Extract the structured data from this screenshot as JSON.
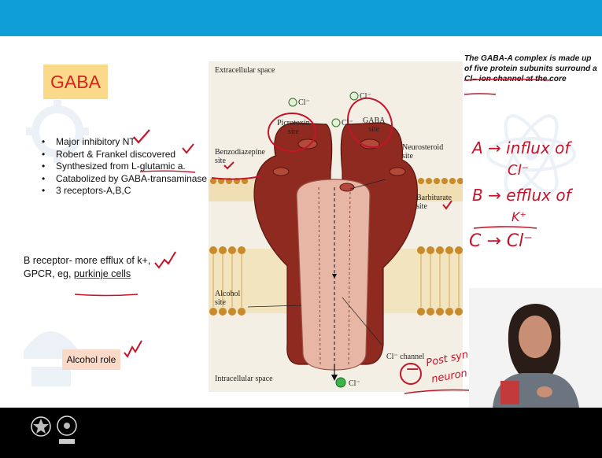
{
  "slide": {
    "title": "GABA",
    "bullets": [
      "Major inhibitory NT",
      "Robert & Frankel discovered",
      "Synthesized from L-glutamic a.",
      "Catabolized by GABA-transaminase",
      "3 receptors-A,B,C"
    ],
    "bullet_marker": "•",
    "b_receptor_line1": "B receptor- more efflux of k+,",
    "b_receptor_line2_prefix": "GPCR, eg, ",
    "b_receptor_line2_underlined": "purkinje cells",
    "alcohol_box": "Alcohol role",
    "right_text": "The GABA-A complex is made up of five protein subunits surround a Cl– ion channel at the core"
  },
  "figure": {
    "extracellular": "Extracellular space",
    "intracellular": "Intracellular space",
    "picrotoxin": [
      "Picrotoxin",
      "site"
    ],
    "gaba": [
      "GABA",
      "site"
    ],
    "benzodiazepine": [
      "Benzodiazepine",
      "site"
    ],
    "neurosteroid": [
      "Neurosteroid",
      "site"
    ],
    "barbiturate": [
      "Barbiturate",
      "site"
    ],
    "alcohol": [
      "Alcohol",
      "site"
    ],
    "cl_channel": "Cl⁻ channel",
    "cl_ion": "Cl⁻"
  },
  "handwriting": {
    "a_line": "A → influx of",
    "a_ion": "Cl⁻",
    "b_line": "B → efflux of",
    "b_ion": "K⁺",
    "c_line": "C → Cl⁻",
    "minus": "−",
    "post": "Post syna",
    "neuron": "neuron"
  },
  "colors": {
    "topbar": "#0f9fd6",
    "title_text": "#d6231f",
    "title_box": "#fbd98a",
    "annotation": "#c4142a",
    "receptor": "#8e2a20",
    "lipid_head": "#c98a2c"
  },
  "icons": [
    "nptel-emblem-icon",
    "iit-logo-icon"
  ]
}
